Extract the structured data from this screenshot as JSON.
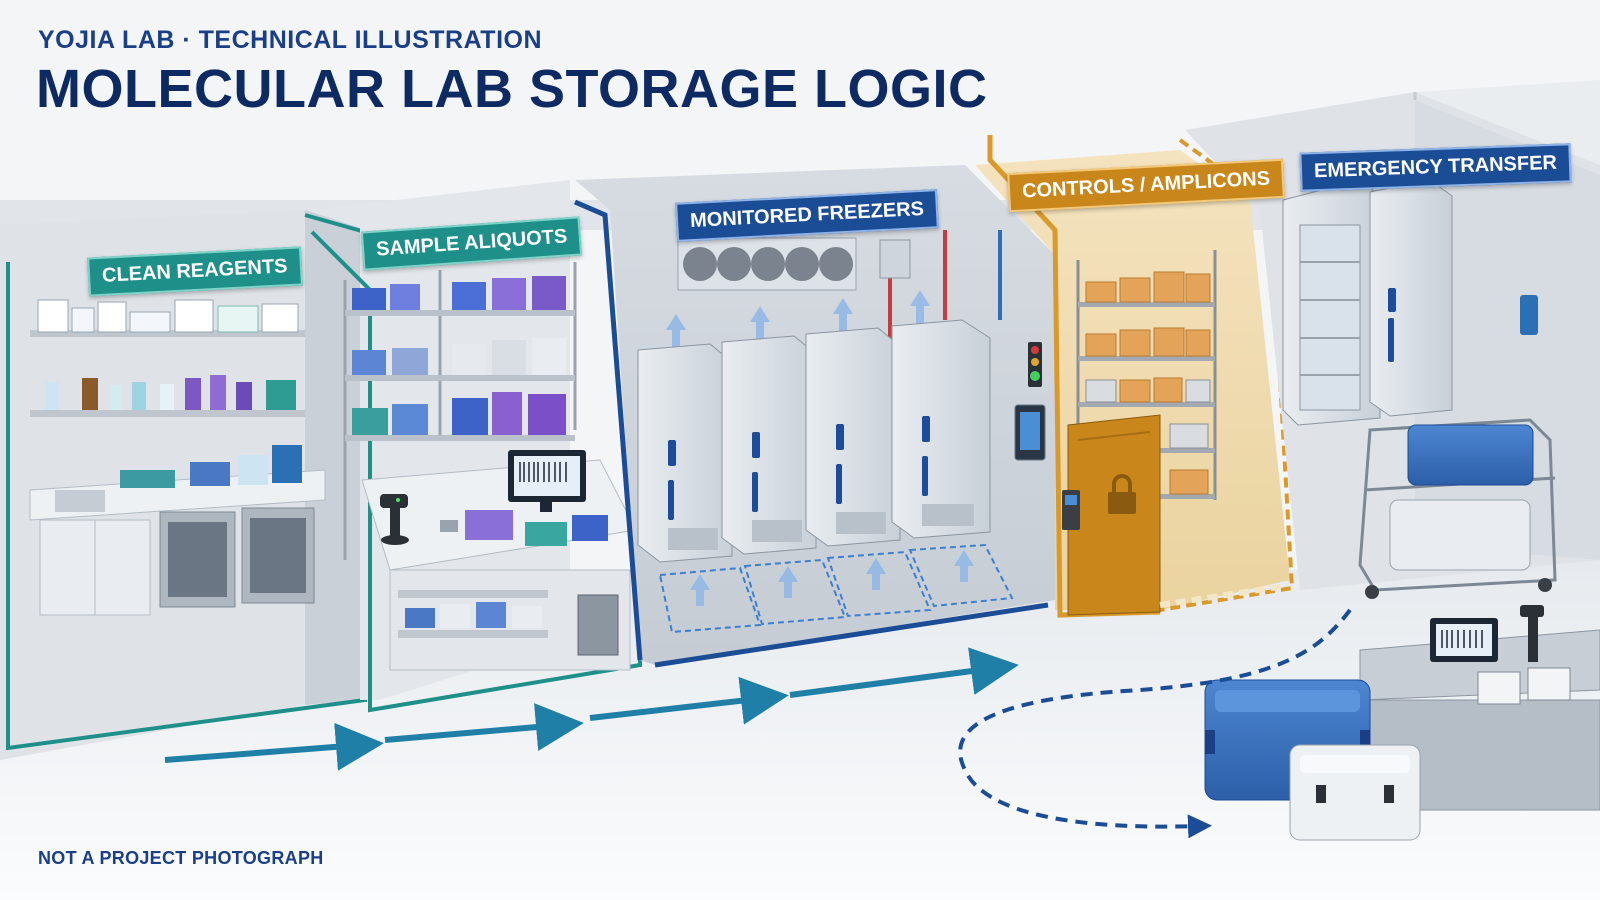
{
  "header": {
    "subtitle": "YOJIA LAB · TECHNICAL ILLUSTRATION",
    "title": "MOLECULAR LAB STORAGE LOGIC"
  },
  "zones": {
    "clean_reagents": "CLEAN REAGENTS",
    "sample_aliquots": "SAMPLE ALIQUOTS",
    "monitored_freezers": "MONITORED FREEZERS",
    "controls_amplicons": "CONTROLS / AMPLICONS",
    "emergency_transfer": "EMERGENCY TRANSFER"
  },
  "footer": {
    "note": "NOT A PROJECT PHOTOGRAPH"
  },
  "colors": {
    "navy": "#0e2a63",
    "teal": "#1f8f8a",
    "blue": "#1b4c96",
    "amber": "#c9861b",
    "flow_arrow": "#1f7fa6"
  },
  "icons": [
    "lock-icon",
    "barcode-scanner-icon",
    "monitor-icon",
    "arrow-right-icon",
    "status-light-icon"
  ]
}
